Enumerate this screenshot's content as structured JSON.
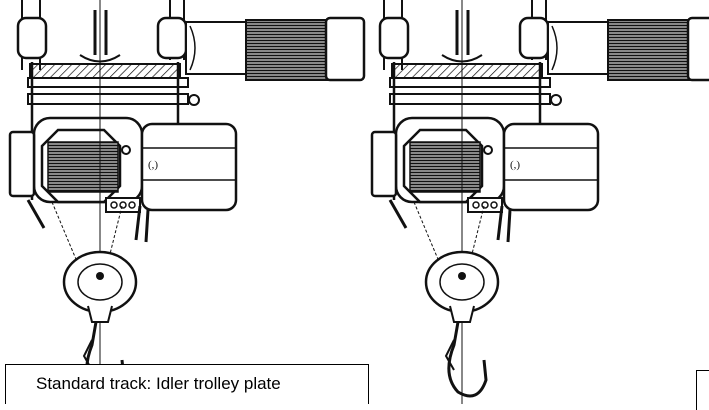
{
  "caption": {
    "text": "Standard track:  Idler trolley plate"
  },
  "colors": {
    "ink": "#111111",
    "paper": "#ffffff"
  },
  "figures": [
    {
      "name": "hoist-drawing-left"
    },
    {
      "name": "hoist-drawing-right"
    }
  ]
}
